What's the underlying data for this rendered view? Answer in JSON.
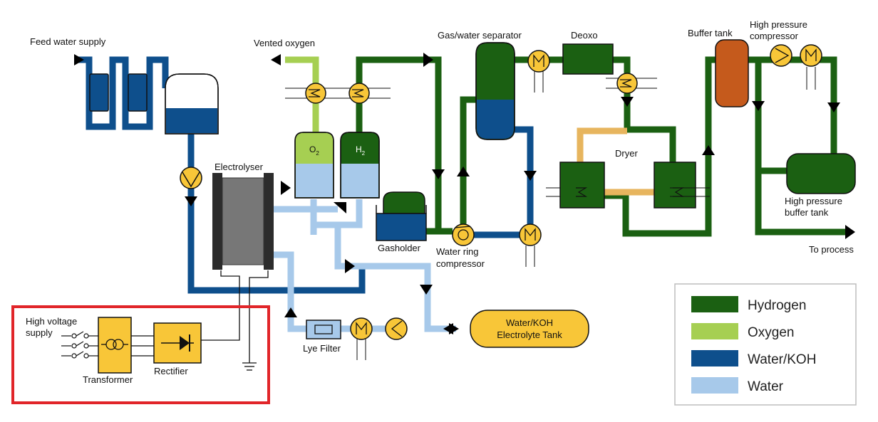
{
  "colors": {
    "hydrogen": "#1b6012",
    "oxygen": "#a6cf52",
    "water_koh": "#0e4f8c",
    "water": "#a7c9ea",
    "equipment_yellow": "#f8c638",
    "buffer_tank": "#c55a1c",
    "dryer_connector": "#e7b55e",
    "power_box": "#e12529",
    "electrolyser_grey": "#777777",
    "electrolyser_plate": "#2c2c2c"
  },
  "labels": {
    "feed_water": "Feed water supply",
    "vented_oxygen": "Vented oxygen",
    "gas_water_separator": "Gas/water separator",
    "deoxo": "Deoxo",
    "buffer_tank": "Buffer tank",
    "hp_compressor_1": "High pressure",
    "hp_compressor_2": "compressor",
    "electrolyser": "Electrolyser",
    "o2": "O",
    "o2_sub": "2",
    "h2": "H",
    "h2_sub": "2",
    "dryer": "Dryer",
    "gasholder": "Gasholder",
    "water_ring_1": "Water ring",
    "water_ring_2": "compressor",
    "hp_buffer_1": "High pressure",
    "hp_buffer_2": "buffer tank",
    "to_process": "To process",
    "high_voltage_1": "High voltage",
    "high_voltage_2": "supply",
    "transformer": "Transformer",
    "rectifier": "Rectifier",
    "lye_filter": "Lye Filter",
    "electrolyte_tank_1": "Water/KOH",
    "electrolyte_tank_2": "Electrolyte Tank"
  },
  "legend": [
    {
      "label": "Hydrogen",
      "color": "#1b6012"
    },
    {
      "label": "Oxygen",
      "color": "#a6cf52"
    },
    {
      "label": "Water/KOH",
      "color": "#0e4f8c"
    },
    {
      "label": "Water",
      "color": "#a7c9ea"
    }
  ]
}
